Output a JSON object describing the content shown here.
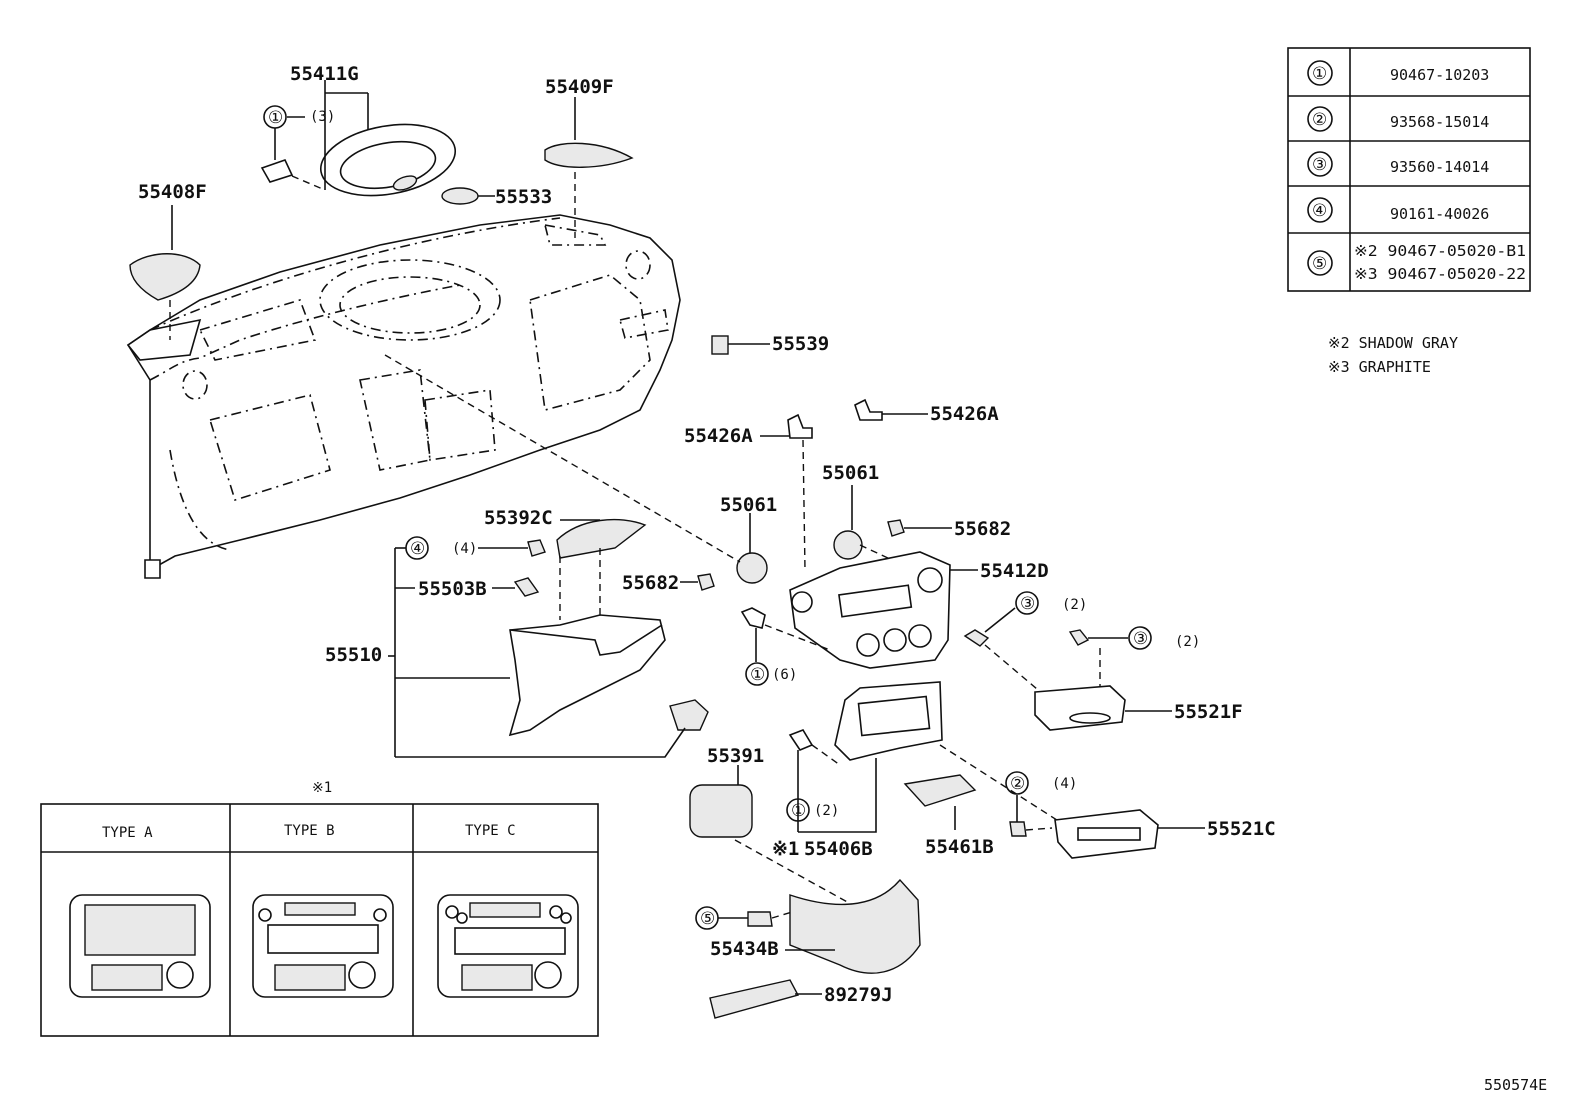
{
  "parts": {
    "p55411G": "55411G",
    "p55409F": "55409F",
    "p55533": "55533",
    "p55408F": "55408F",
    "p55539": "55539",
    "p55426A_r": "55426A",
    "p55426A_l": "55426A",
    "p55061_r": "55061",
    "p55061_l": "55061",
    "p55682_r": "55682",
    "p55682_l": "55682",
    "p55412D": "55412D",
    "p55392C": "55392C",
    "p55503B": "55503B",
    "p55510": "55510",
    "p55521F": "55521F",
    "p55521C": "55521C",
    "p55391": "55391",
    "p55406B": "55406B",
    "p55406B_mark": "※1",
    "p55461B": "55461B",
    "p55434B": "55434B",
    "p89279J": "89279J"
  },
  "callouts": {
    "c1_top": {
      "num": "①",
      "qty": "(3)"
    },
    "c4": {
      "num": "④",
      "qty": "(4)"
    },
    "c3_a": {
      "num": "③",
      "qty": "(2)"
    },
    "c3_b": {
      "num": "③",
      "qty": "(2)"
    },
    "c1_mid": {
      "num": "①",
      "qty": "(6)"
    },
    "c1_low": {
      "num": "①",
      "qty": "(2)"
    },
    "c2": {
      "num": "②",
      "qty": "(4)"
    },
    "c5": {
      "num": "⑤",
      "qty": ""
    }
  },
  "legend_table": [
    {
      "num": "①",
      "part": "90467-10203"
    },
    {
      "num": "②",
      "part": "93568-15014"
    },
    {
      "num": "③",
      "part": "93560-14014"
    },
    {
      "num": "④",
      "part": "90161-40026"
    },
    {
      "num": "⑤",
      "part": "※2 90467-05020-B1",
      "part2": "※3 90467-05020-22"
    }
  ],
  "notes": [
    "※2 SHADOW GRAY",
    "※3 GRAPHITE"
  ],
  "types": {
    "marker": "※1",
    "headers": [
      "TYPE A",
      "TYPE B",
      "TYPE C"
    ]
  },
  "diagram_code": "550574E"
}
